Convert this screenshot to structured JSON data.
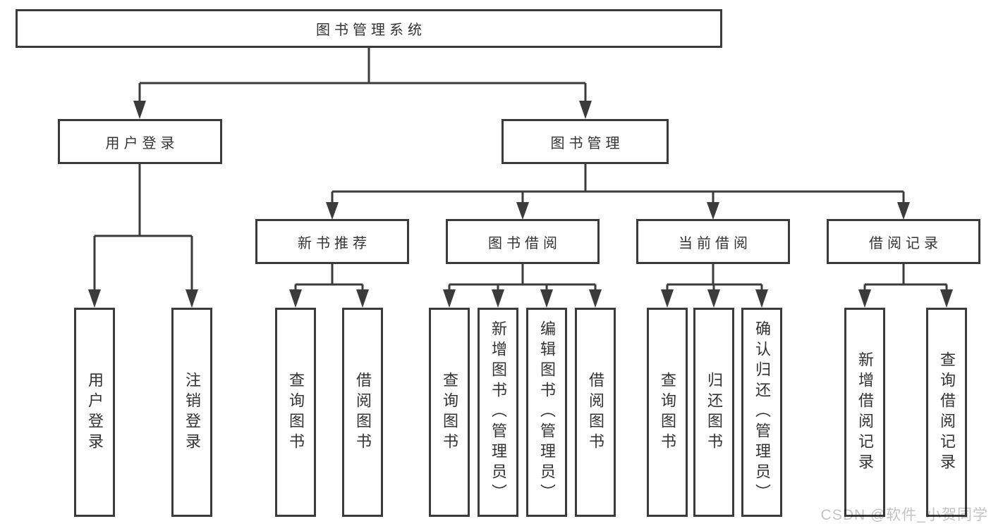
{
  "tree": {
    "label": "图书管理系统",
    "children": [
      {
        "label": "用户登录",
        "children": [
          {
            "label": "用户登录"
          },
          {
            "label": "注销登录"
          }
        ]
      },
      {
        "label": "图书管理",
        "children": [
          {
            "label": "新书推荐",
            "children": [
              {
                "label": "查询图书"
              },
              {
                "label": "借阅图书"
              }
            ]
          },
          {
            "label": "图书借阅",
            "children": [
              {
                "label": "查询图书"
              },
              {
                "label": "新增图书（管理员）"
              },
              {
                "label": "编辑图书（管理员）"
              },
              {
                "label": "借阅图书"
              }
            ]
          },
          {
            "label": "当前借阅",
            "children": [
              {
                "label": "查询图书"
              },
              {
                "label": "归还图书"
              },
              {
                "label": "确认归还（管理员）"
              }
            ]
          },
          {
            "label": "借阅记录",
            "children": [
              {
                "label": "新增借阅记录"
              },
              {
                "label": "查询借阅记录"
              }
            ]
          }
        ]
      }
    ]
  },
  "watermark": {
    "text": "CSDN @软件_小贺同学"
  },
  "colors": {
    "line": "#3b3b3b",
    "text": "#333333",
    "box_fill": "#ffffff",
    "watermark": "#c3c3c3",
    "background": "#ffffff"
  }
}
